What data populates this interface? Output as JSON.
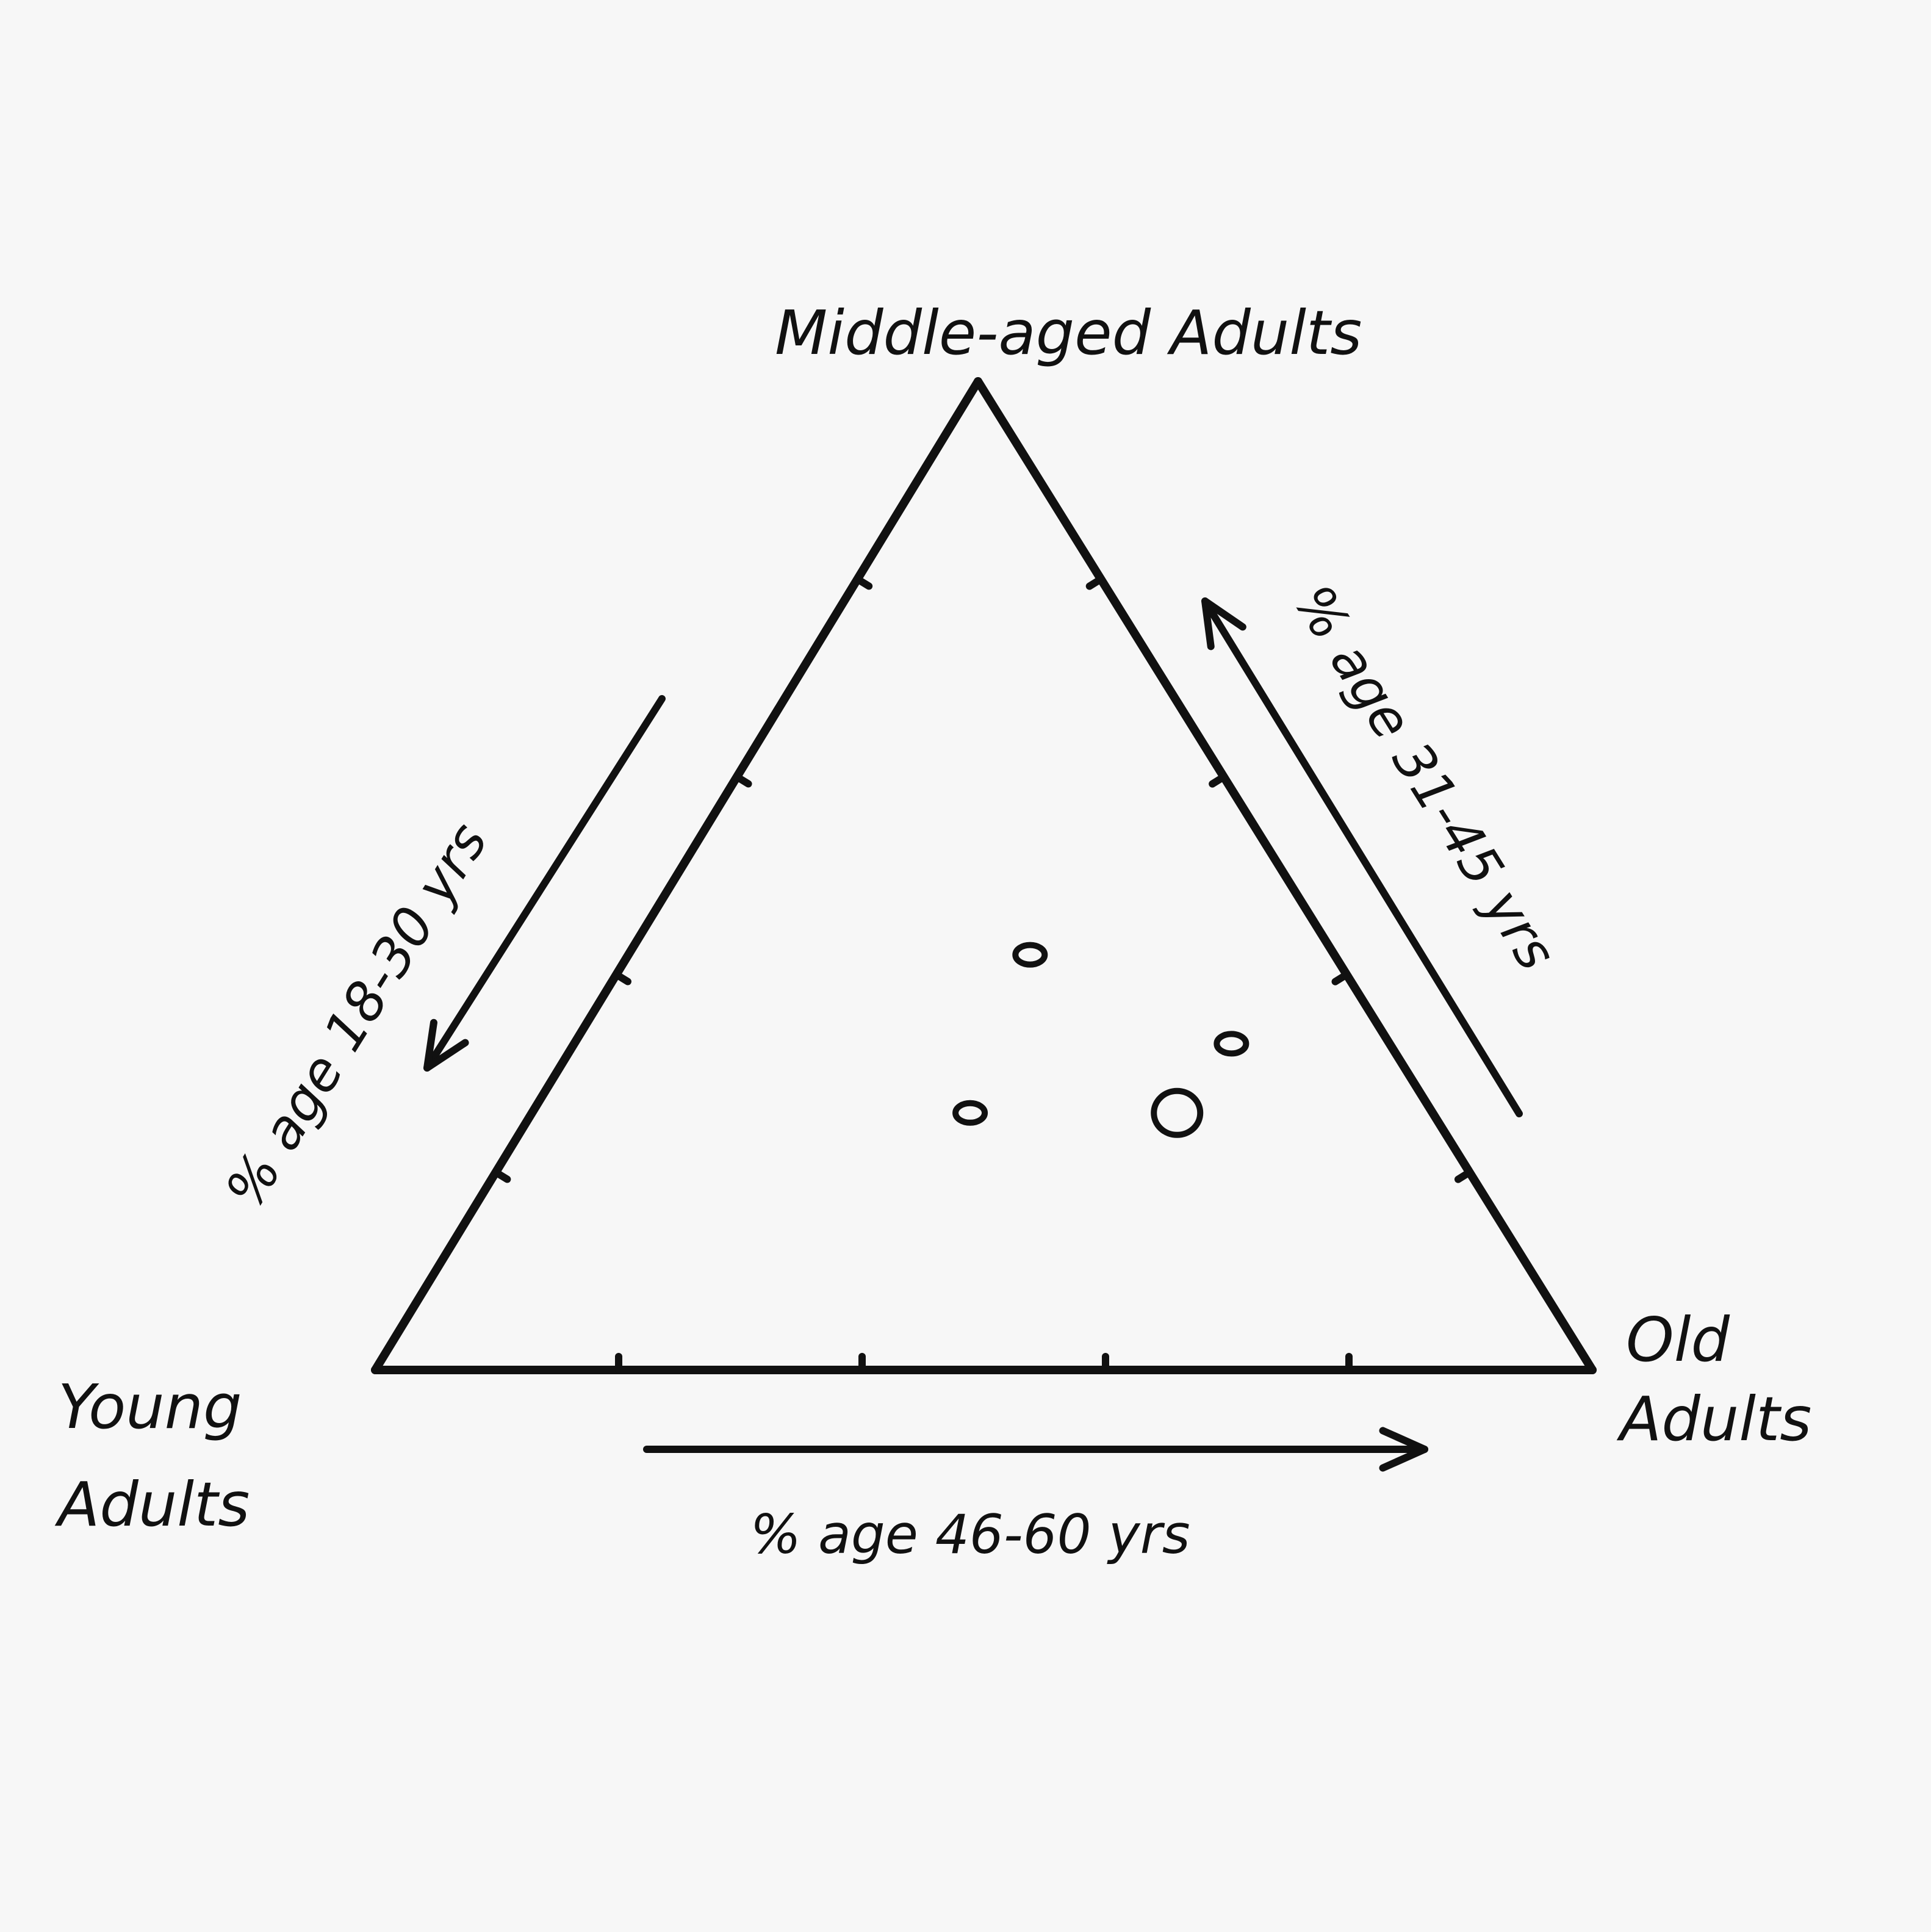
{
  "chart_data": {
    "type": "ternary",
    "vertices": {
      "top": "Middle-aged Adults",
      "left_line1": "Young",
      "left_line2": "Adults",
      "right_line1": "Old",
      "right_line2": "Adults"
    },
    "axes": {
      "left": "% age 18-30 yrs",
      "right": "% age 31-45 yrs",
      "bottom": "% age 46-60 yrs"
    },
    "ticks_per_side": 4,
    "points": [
      {
        "young": 0.25,
        "middle": 0.42,
        "old": 0.33,
        "size": 1
      },
      {
        "young": 0.13,
        "middle": 0.33,
        "old": 0.54,
        "size": 1
      },
      {
        "young": 0.38,
        "middle": 0.26,
        "old": 0.36,
        "size": 1
      },
      {
        "young": 0.21,
        "middle": 0.26,
        "old": 0.53,
        "size": 2
      }
    ],
    "colors": {
      "ink": "#111111",
      "paper": "#f7f7f7"
    }
  }
}
